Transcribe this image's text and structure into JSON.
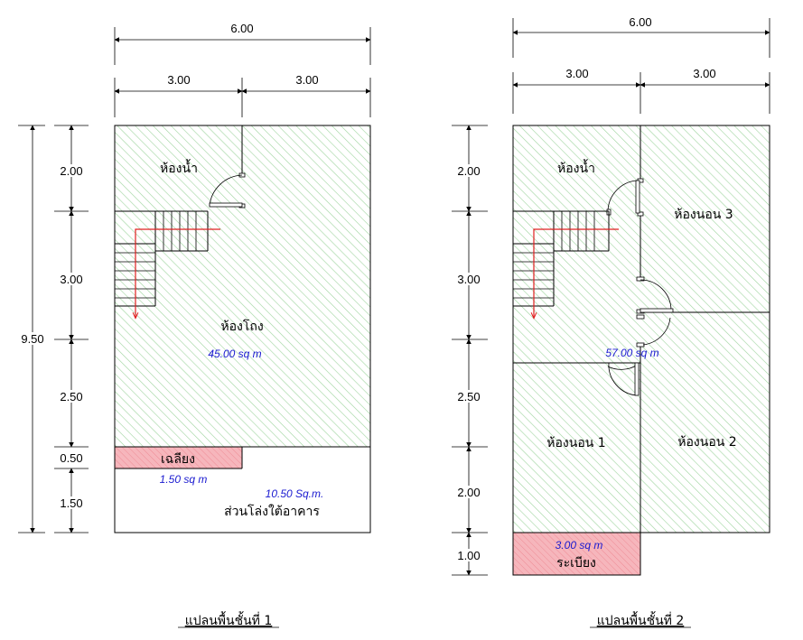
{
  "plan1": {
    "title": "แปลนพื้นชั้นที่ 1",
    "dims_top": {
      "total": "6.00",
      "left": "3.00",
      "right": "3.00"
    },
    "dims_left": {
      "total": "9.50",
      "seg1": "2.00",
      "seg2": "3.00",
      "seg3": "2.50",
      "seg4": "0.50",
      "seg5": "1.50"
    },
    "rooms": {
      "bathroom": "ห้องน้ำ",
      "hall": "ห้องโถง",
      "porch": "เฉลียง",
      "open_space": "ส่วนโล่งใต้อาคาร"
    },
    "areas": {
      "main": "45.00 sq m",
      "porch": "1.50 sq m",
      "open_space": "10.50 Sq.m."
    }
  },
  "plan2": {
    "title": "แปลนพื้นชั้นที่ 2",
    "dims_top": {
      "total": "6.00",
      "left": "3.00",
      "right": "3.00"
    },
    "dims_left": {
      "seg1": "2.00",
      "seg2": "3.00",
      "seg3": "2.50",
      "seg4": "2.00",
      "seg5": "1.00"
    },
    "rooms": {
      "bathroom": "ห้องน้ำ",
      "bedroom3": "ห้องนอน 3",
      "bedroom1": "ห้องนอน 1",
      "bedroom2": "ห้องนอน 2",
      "balcony": "ระเบียง"
    },
    "areas": {
      "main": "57.00 sq m",
      "balcony": "3.00 sq m"
    }
  },
  "colors": {
    "hatch": "#9fd49f",
    "pink": "#f4a0a8",
    "stair_arrow": "#e02020",
    "area_text": "#1a1ad0"
  }
}
